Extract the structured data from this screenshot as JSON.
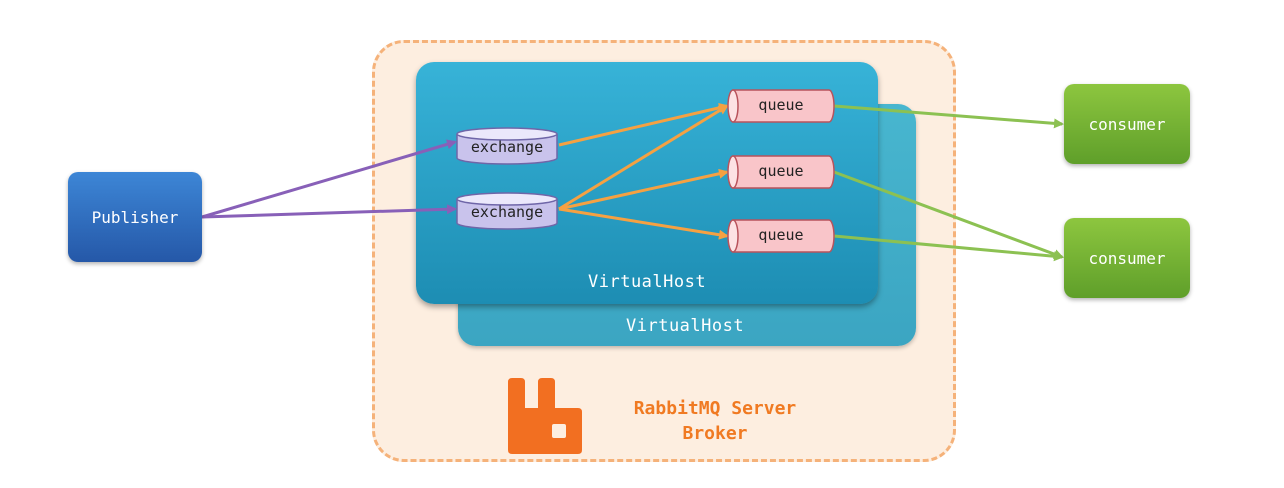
{
  "publisher": {
    "label": "Publisher"
  },
  "broker": {
    "title_line1": "RabbitMQ Server",
    "title_line2": "Broker"
  },
  "virtual_hosts": [
    {
      "label": "VirtualHost"
    },
    {
      "label": "VirtualHost"
    }
  ],
  "exchanges": [
    {
      "label": "exchange"
    },
    {
      "label": "exchange"
    }
  ],
  "queues": [
    {
      "label": "queue"
    },
    {
      "label": "queue"
    },
    {
      "label": "queue"
    }
  ],
  "consumers": [
    {
      "label": "consumer"
    },
    {
      "label": "consumer"
    }
  ],
  "colors": {
    "publisher": "#2e6fc2",
    "virtual_host": "#2aa3cc",
    "exchange": "#c9c3ec",
    "queue": "#f9c5c9",
    "consumer": "#7ab534",
    "broker_background": "#fdeee0",
    "broker_border": "#f5b27a",
    "broker_text": "#f07a22",
    "publish_arrow": "#8860b8",
    "route_arrow": "#f5a142",
    "consume_arrow": "#8cc152"
  },
  "icons": {
    "broker_logo": "rabbitmq-logo"
  }
}
